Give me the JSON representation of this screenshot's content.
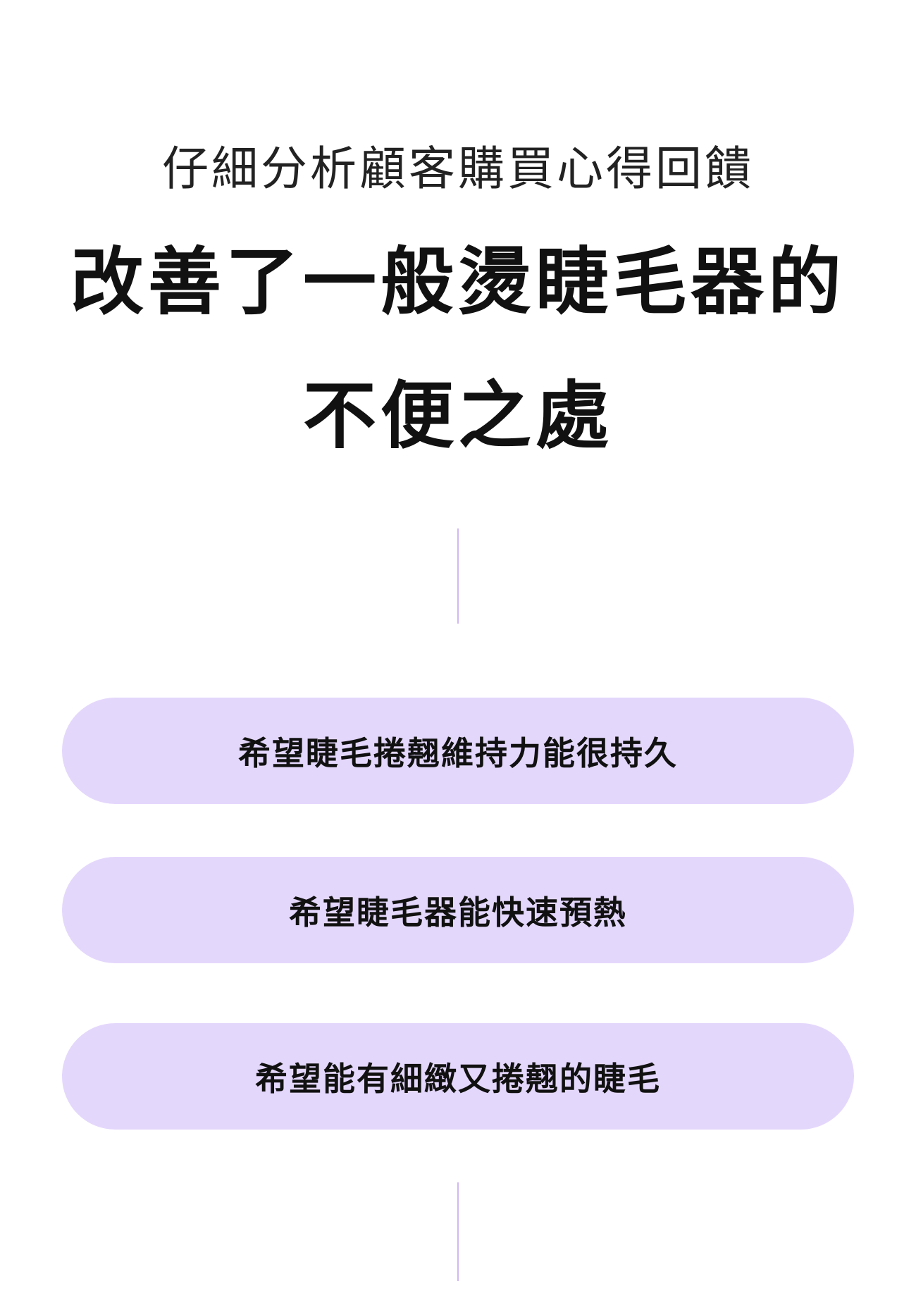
{
  "header": {
    "subtitle": "仔細分析顧客購買心得回饋",
    "title_line1": "改善了一般燙睫毛器的",
    "title_line2": "不便之處"
  },
  "wishes": [
    {
      "label": "希望睫毛捲翹維持力能很持久"
    },
    {
      "label": "希望睫毛器能快速預熱"
    },
    {
      "label": "希望能有細緻又捲翹的睫毛"
    }
  ],
  "colors": {
    "pill_bg": "#e4d7fc",
    "divider": "#d2b6f2"
  }
}
